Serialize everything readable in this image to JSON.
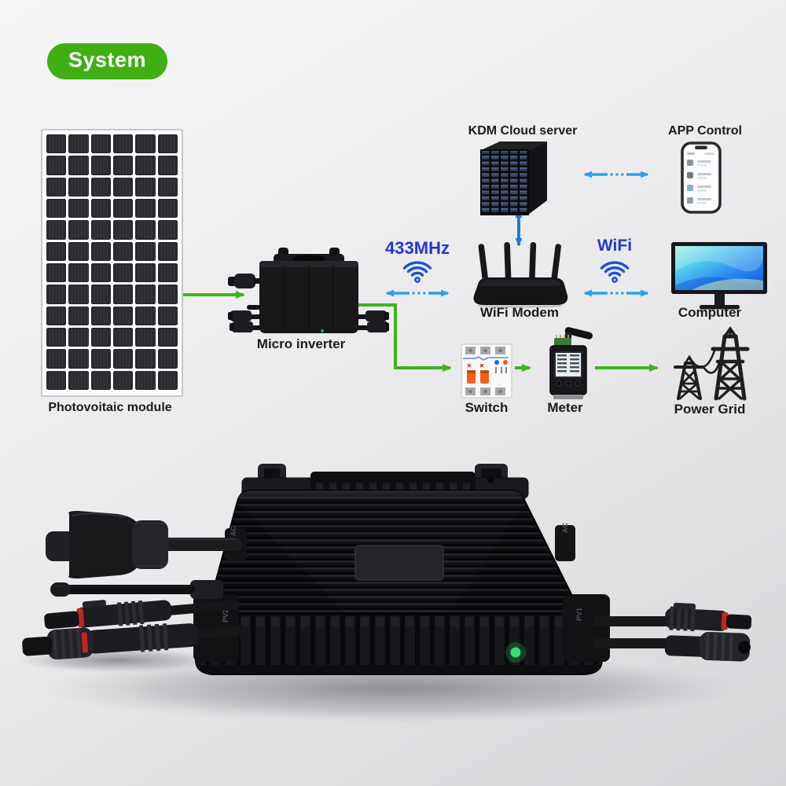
{
  "badge": {
    "label": "System"
  },
  "diagram": {
    "nodes": {
      "pv": {
        "label": "Photovoitaic module"
      },
      "inverter": {
        "label": "Micro inverter"
      },
      "server": {
        "label": "KDM Cloud server"
      },
      "app": {
        "label": "APP Control"
      },
      "modem": {
        "label": "WiFi Modem"
      },
      "computer": {
        "label": "Computer"
      },
      "switch": {
        "label": "Switch"
      },
      "meter": {
        "label": "Meter"
      },
      "grid": {
        "label": "Power Grid"
      }
    },
    "links": {
      "rf_label": "433MHz",
      "wifi_label": "WiFi"
    },
    "colors": {
      "badge_green": "#3faf13",
      "arrow_green": "#3eb31c",
      "arrow_blue": "#2aa3e8",
      "arrow_blue_dark": "#1d79e8",
      "wireless_text_blue": "#2336d2",
      "wifi_icon_blue": "#1b50d8",
      "label_dark": "#1b1b1b"
    }
  },
  "product": {
    "led_color": "#2fe06e",
    "port_labels": {
      "left_top": "AC",
      "left_bottom": "PV2",
      "right_top": "AC",
      "right_bottom": "PV1"
    }
  }
}
